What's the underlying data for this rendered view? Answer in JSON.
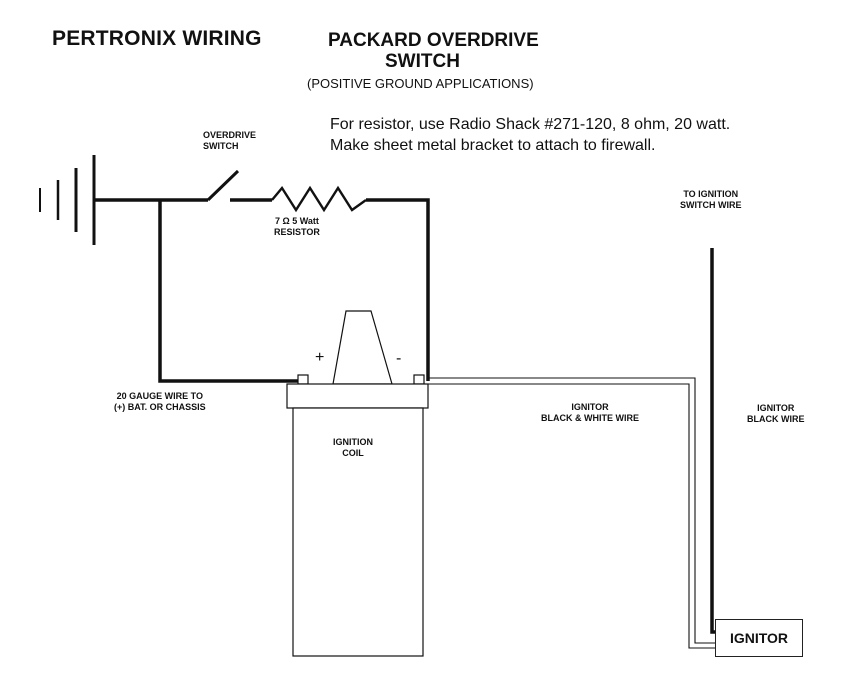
{
  "header": {
    "title": "PERTRONIX WIRING",
    "subtitle_line1": "PACKARD OVERDRIVE",
    "subtitle_line2": "SWITCH",
    "applications": "(POSITIVE GROUND APPLICATIONS)"
  },
  "note": {
    "line1": "For resistor, use Radio Shack #271-120, 8 ohm, 20 watt.",
    "line2": "Make sheet metal bracket to attach to firewall."
  },
  "labels": {
    "overdrive_switch_1": "OVERDRIVE",
    "overdrive_switch_2": "SWITCH",
    "resistor_1": "7 Ω  5 Watt",
    "resistor_2": "RESISTOR",
    "to_ignition_1": "TO IGNITION",
    "to_ignition_2": "SWITCH WIRE",
    "gauge_wire_1": "20 GAUGE WIRE TO",
    "gauge_wire_2": "(+) BAT. OR CHASSIS",
    "ignitor_bw_1": "IGNITOR",
    "ignitor_bw_2": "BLACK & WHITE WIRE",
    "ignitor_black_1": "IGNITOR",
    "ignitor_black_2": "BLACK WIRE",
    "coil_1": "IGNITION",
    "coil_2": "COIL",
    "coil_plus": "+",
    "coil_minus": "-",
    "ignitor_box": "IGNITOR"
  },
  "colors": {
    "ink": "#111111",
    "background": "#ffffff"
  }
}
